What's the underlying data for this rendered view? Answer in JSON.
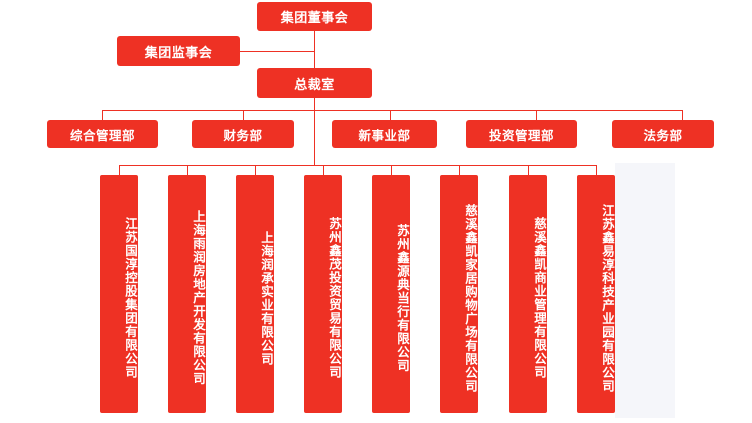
{
  "chart": {
    "type": "org-chart",
    "title": "",
    "accent_color": "#ee3124",
    "text_color": "#ffffff",
    "panel_color": "#f5f6fa",
    "background_color": "#ffffff"
  },
  "board": {
    "label": "集团董事会"
  },
  "supervisor": {
    "label": "集团监事会"
  },
  "president": {
    "label": "总裁室"
  },
  "departments": [
    {
      "label": "综合管理部"
    },
    {
      "label": "财务部"
    },
    {
      "label": "新事业部"
    },
    {
      "label": "投资管理部"
    },
    {
      "label": "法务部"
    }
  ],
  "subsidiaries": [
    {
      "label": "江苏国淳控股集团有限公司"
    },
    {
      "label": "上海雨润房地产开发有限公司"
    },
    {
      "label": "上海润承实业有限公司"
    },
    {
      "label": "苏州鑫茂投资贸易有限公司"
    },
    {
      "label": "苏州鑫源典当行有限公司"
    },
    {
      "label": "慈溪鑫凯家居购物广场有限公司"
    },
    {
      "label": "慈溪鑫凯商业管理有限公司"
    },
    {
      "label": "江苏鑫易淳科技产业园有限公司"
    }
  ]
}
